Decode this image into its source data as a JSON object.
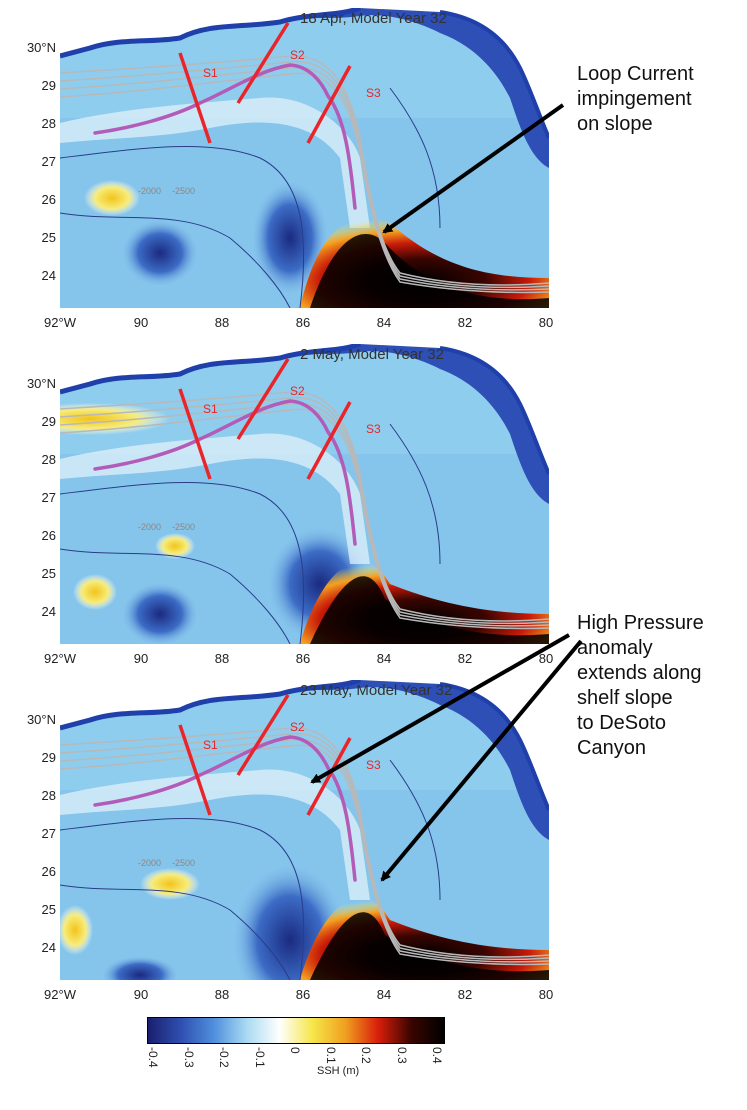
{
  "panels": [
    {
      "title": "18 Apr, Model Year 32",
      "yticks": [
        "30°N",
        "29",
        "28",
        "27",
        "26",
        "25",
        "24"
      ],
      "xticks": [
        "92°W",
        "90",
        "88",
        "86",
        "84",
        "82",
        "80"
      ],
      "sections": [
        "S1",
        "S2",
        "S3"
      ],
      "contours": [
        "-2000",
        "-2500"
      ]
    },
    {
      "title": "2 May, Model Year 32",
      "yticks": [
        "30°N",
        "29",
        "28",
        "27",
        "26",
        "25",
        "24"
      ],
      "xticks": [
        "92°W",
        "90",
        "88",
        "86",
        "84",
        "82",
        "80"
      ],
      "sections": [
        "S1",
        "S2",
        "S3"
      ],
      "contours": [
        "-2000",
        "-2500"
      ]
    },
    {
      "title": "23 May, Model Year 32",
      "yticks": [
        "30°N",
        "29",
        "28",
        "27",
        "26",
        "25",
        "24"
      ],
      "xticks": [
        "92°W",
        "90",
        "88",
        "86",
        "84",
        "82",
        "80"
      ],
      "sections": [
        "S1",
        "S2",
        "S3"
      ],
      "contours": [
        "-2000",
        "-2500"
      ]
    }
  ],
  "annotations": {
    "top": [
      "Loop Current",
      "impingement",
      "on slope"
    ],
    "bottom": [
      "High Pressure",
      "anomaly",
      "extends along",
      "shelf slope",
      "to DeSoto",
      "Canyon"
    ]
  },
  "colorbar": {
    "label": "SSH (m)",
    "ticks": [
      "-0.4",
      "-0.3",
      "-0.2",
      "-0.1",
      "0",
      "0.1",
      "0.2",
      "0.3",
      "0.4"
    ],
    "range": [
      -0.4,
      0.4
    ],
    "stops": [
      "#1a1f6e",
      "#2f4fb0",
      "#4f8fdc",
      "#a9daf2",
      "#ffffff",
      "#f6e64a",
      "#f0a020",
      "#d81e0a",
      "#3a0500",
      "#000000"
    ]
  },
  "colors": {
    "land": "#ffffff",
    "shelf": "#2e4fb6",
    "section_line": "#e8252a",
    "track": "#b35bb8",
    "isobath": "#b8b8b8",
    "arrow": "#000000"
  }
}
